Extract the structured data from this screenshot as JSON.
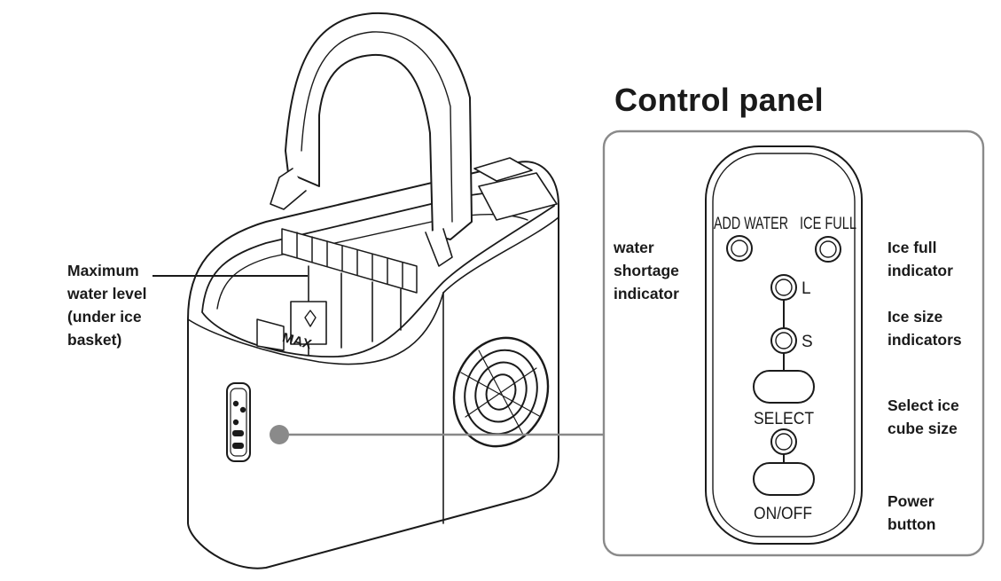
{
  "title": "Control panel",
  "machine": {
    "max_mark": "MAX",
    "max_level_label": [
      "Maximum",
      "water level",
      "(under ice",
      "basket)"
    ]
  },
  "panel": {
    "add_water_label": "ADD WATER",
    "ice_full_label": "ICE FULL",
    "size_l_label": "L",
    "size_s_label": "S",
    "select_label": "SELECT",
    "onoff_label": "ON/OFF"
  },
  "callouts": {
    "water_shortage": [
      "water",
      "shortage",
      "indicator"
    ],
    "ice_full": [
      "Ice full",
      "indicator"
    ],
    "ice_size": [
      "Ice size",
      "indicators"
    ],
    "select_size": [
      "Select ice",
      "cube size"
    ],
    "power": [
      "Power",
      "button"
    ]
  },
  "colors": {
    "line": "#1a1a1a",
    "leader_gray": "#888888",
    "dot_gray": "#8a8a8a"
  }
}
